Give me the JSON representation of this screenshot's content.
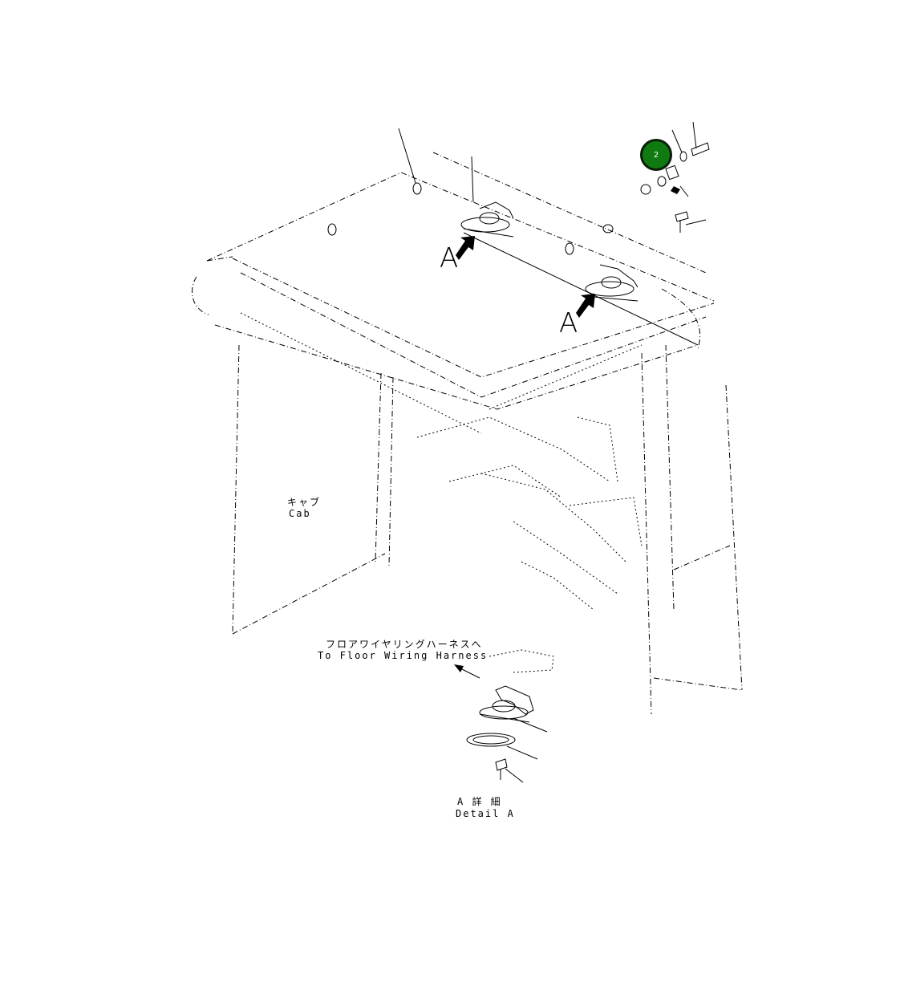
{
  "callouts": [
    {
      "number": "2",
      "color": "#0f7a0f"
    }
  ],
  "view_markers": {
    "marker_1": "A",
    "marker_2": "A"
  },
  "labels": {
    "cab_jp": "キャブ",
    "cab_en": "Cab",
    "harness_jp": "フロアワイヤリングハーネスへ",
    "harness_en": "To Floor Wiring Harness",
    "detail_jp": "A 詳 細",
    "detail_en": "Detail A"
  }
}
